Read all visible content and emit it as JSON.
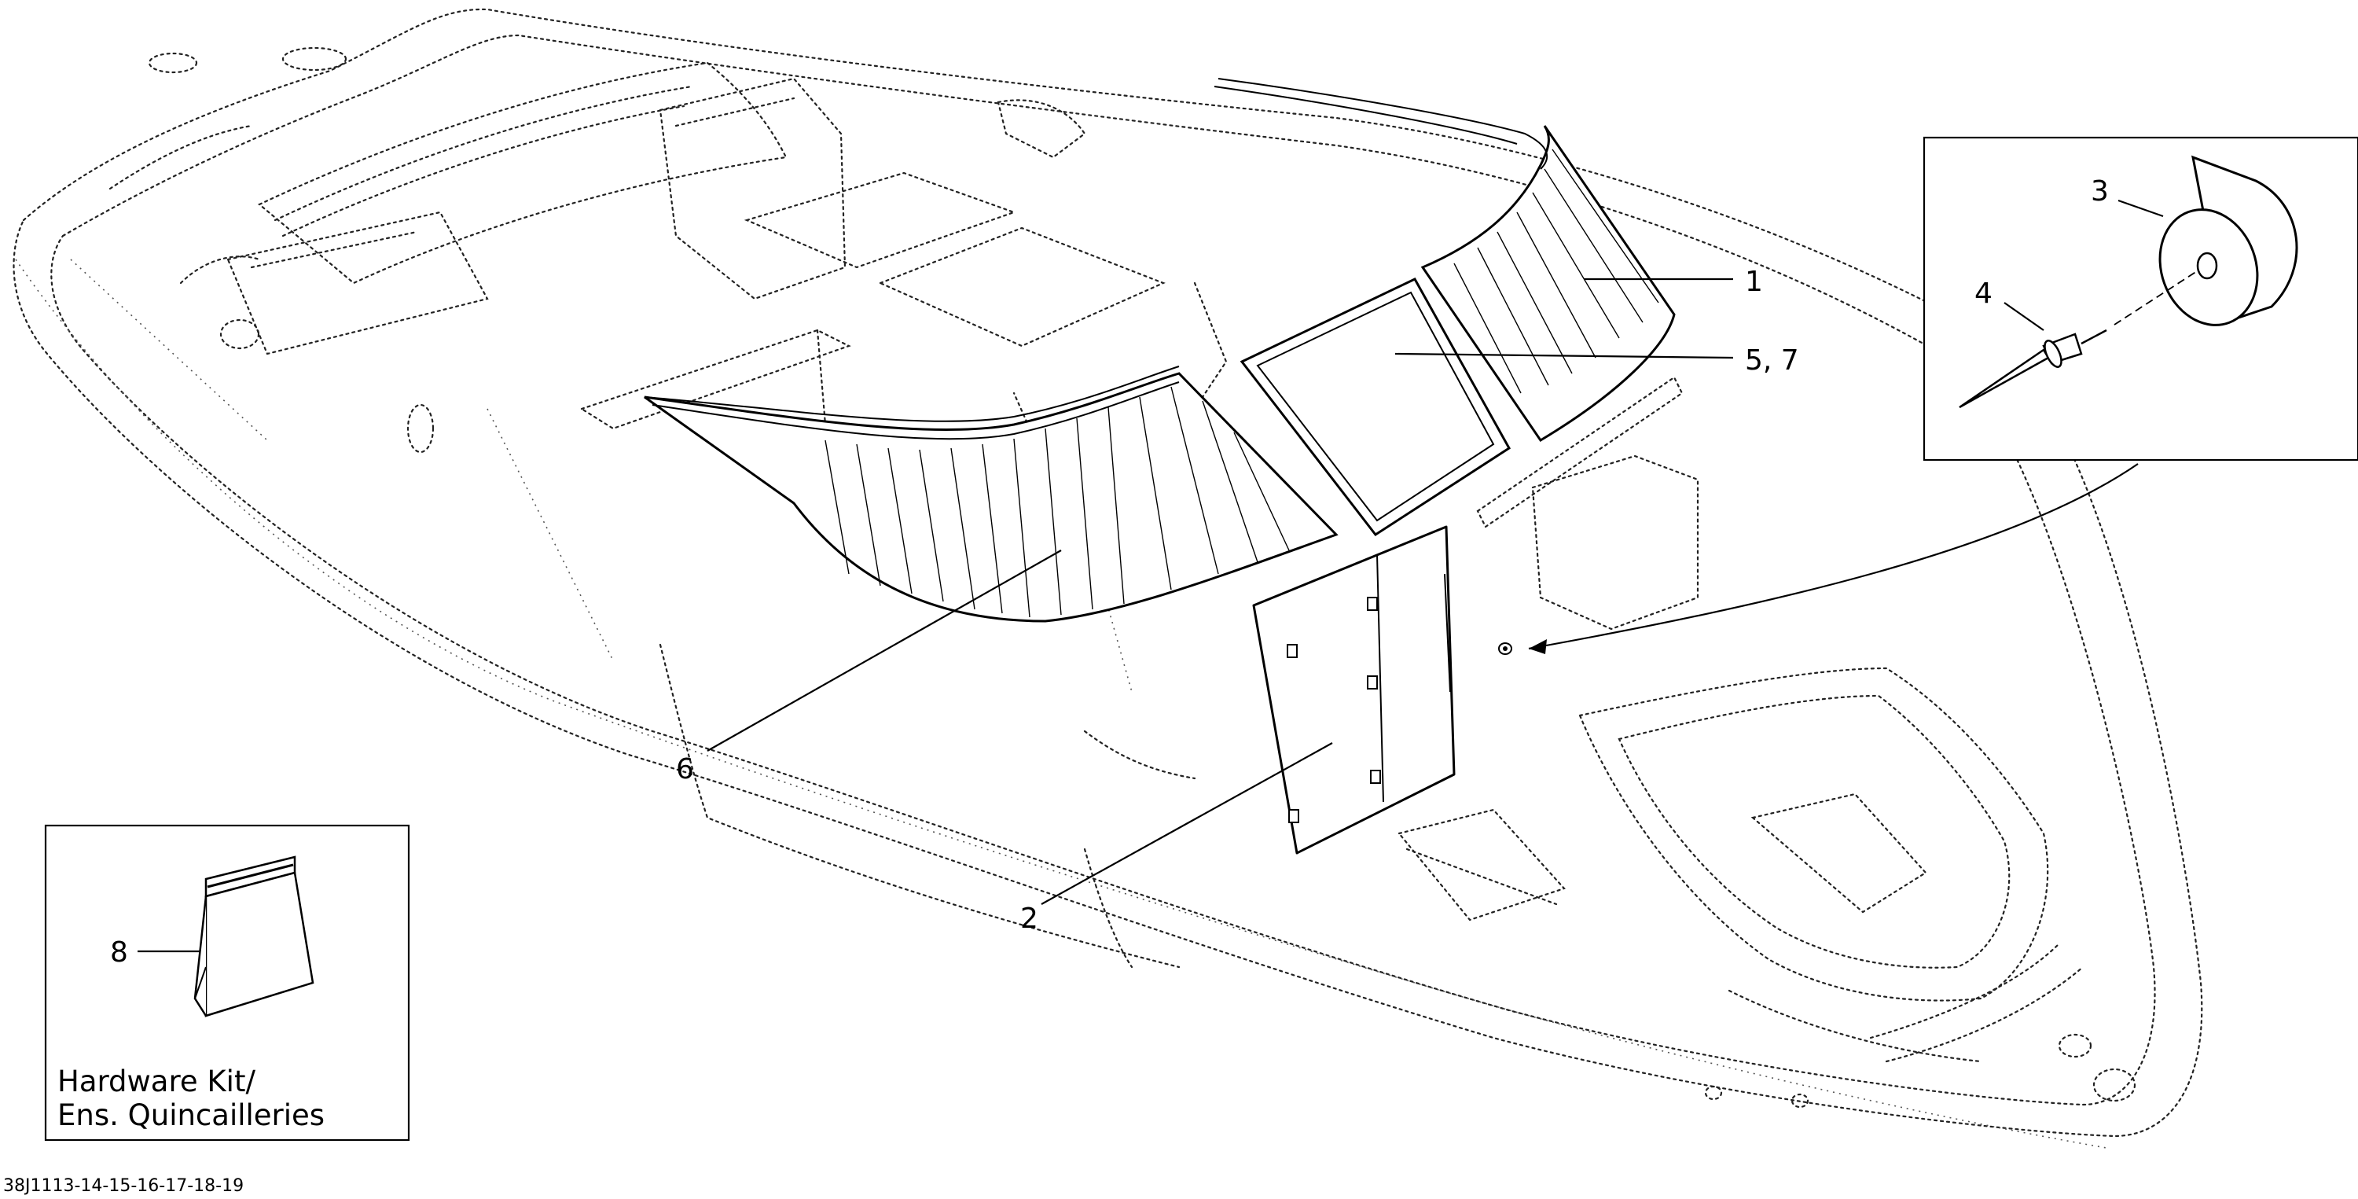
{
  "callouts": {
    "c1": "1",
    "c2": "2",
    "c3": "3",
    "c4": "4",
    "c57": "5, 7",
    "c6": "6",
    "c8": "8"
  },
  "hardware_kit": {
    "line1": "Hardware Kit/",
    "line2": "Ens. Quincailleries"
  },
  "reference_code": "38J1113-14-15-16-17-18-19",
  "icons": {
    "boat": "boat-hull-outline",
    "windshield": "windshield-panels",
    "door": "console-door",
    "bumper": "rubber-bumper",
    "rivet": "rivet",
    "bag": "hardware-bag"
  }
}
